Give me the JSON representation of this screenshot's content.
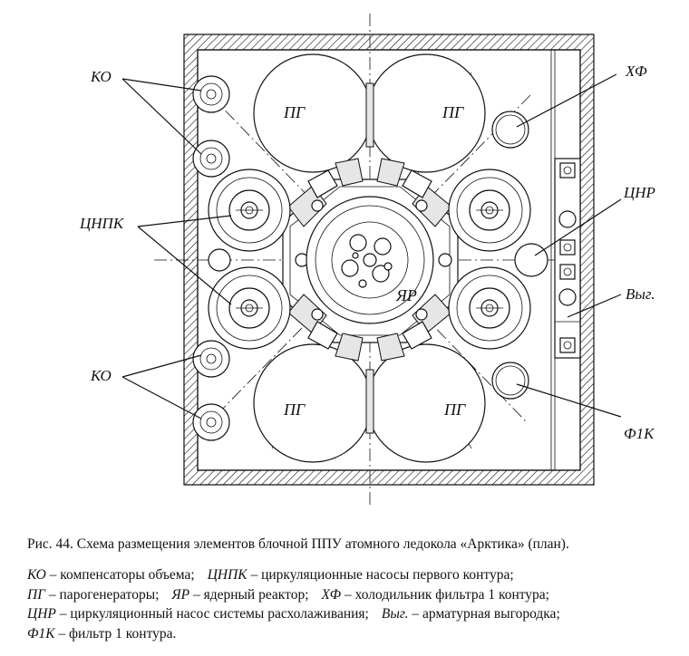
{
  "labels": {
    "ko_top": "КО",
    "ko_bottom": "КО",
    "tsnpk": "ЦНПК",
    "hf": "ХФ",
    "tsnr": "ЦНР",
    "vyg": "Выг.",
    "f1k": "Ф1К",
    "pg": "ПГ",
    "yar": "ЯР"
  },
  "caption": "Рис. 44. Схема размещения элементов блочной ППУ атомного ледокола «Арктика» (план).",
  "legend": [
    [
      {
        "abbr": "КО",
        "desc": " – компенсаторы объема;"
      },
      {
        "abbr": "ЦНПК",
        "desc": " – циркуляционные насосы первого контура;"
      }
    ],
    [
      {
        "abbr": "ПГ",
        "desc": " – парогенераторы;"
      },
      {
        "abbr": "ЯР",
        "desc": " – ядерный реактор;"
      },
      {
        "abbr": "ХФ",
        "desc": " – холодильник фильтра 1 контура;"
      }
    ],
    [
      {
        "abbr": "ЦНР",
        "desc": " – циркуляционный насос системы расхолаживания;"
      },
      {
        "abbr": "Выг.",
        "desc": " – арматурная выгородка;"
      }
    ],
    [
      {
        "abbr": "Ф1К",
        "desc": " – фильтр 1 контура."
      }
    ]
  ]
}
